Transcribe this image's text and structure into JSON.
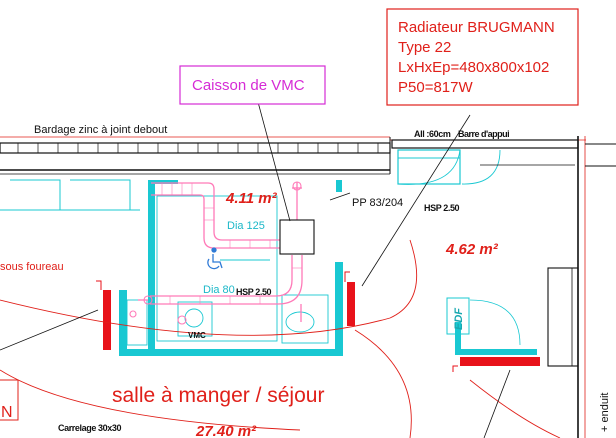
{
  "callouts": {
    "radiator": {
      "lines": [
        "Radiateur BRUGMANN",
        "Type 22",
        "LxHxEp=480x800x102",
        "P50=817W"
      ],
      "color": "#e0201a"
    },
    "vmc_box": {
      "label": "Caisson de VMC",
      "color": "#d62bd6"
    }
  },
  "labels": {
    "bardage": "Bardage zinc à joint debout",
    "all_60cm": "All :60cm",
    "barre_appui": "Barre d'appui",
    "pp": "PP 83/204",
    "hsp_top": "HSP 2.50",
    "hsp_mid": "HSP 2.50",
    "area_small": "4.11 m²",
    "area_right": "4.62 m²",
    "dia_125": "Dia 125",
    "dia_80": "Dia 80",
    "sous_foureau": "sous foureau",
    "vmc": "VMC",
    "edf": "EDF",
    "room_name": "salle à manger / séjour",
    "carrelage": "Carrelage 30x30",
    "area_room": "27.40 m²",
    "enduit": "+ enduit",
    "left_letter": "N"
  },
  "colors": {
    "wall_cyan": "#19c8d2",
    "duct_pink": "#ff7ab8",
    "radiator_red": "#e8121a",
    "text_red": "#e0201a",
    "line_black": "#111111",
    "accessible_blue": "#2f7ad6",
    "dia_cyan": "#1cb8c8"
  }
}
